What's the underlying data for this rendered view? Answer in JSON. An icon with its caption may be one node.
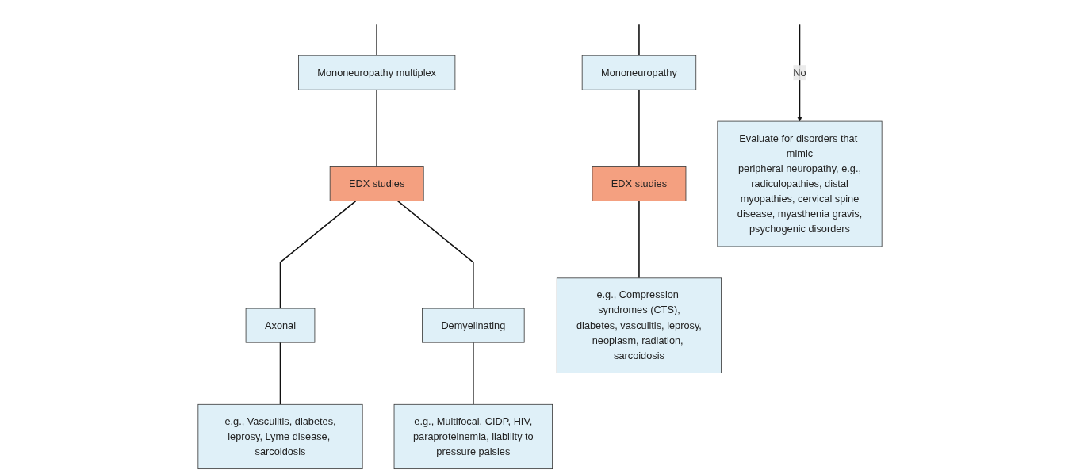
{
  "diagram": {
    "nodes": [
      {
        "text": [
          "Mononeuropathy multiplex"
        ]
      },
      {
        "text": [
          "EDX studies"
        ]
      },
      {
        "text": [
          "Axonal"
        ]
      },
      {
        "text": [
          "Demyelinating"
        ]
      },
      {
        "text": [
          "e.g., Vasculitis, diabetes, leprosy, Lyme disease, sarcoidosis"
        ]
      },
      {
        "text": [
          "e.g., Multifocal, CIDP, HIV, paraproteinemia, liability to pressure palsies"
        ]
      },
      {
        "text": [
          "Mononeuropathy"
        ]
      },
      {
        "text": [
          "EDX studies"
        ]
      },
      {
        "text": [
          "e.g., Compression syndromes (CTS), diabetes, vasculitis, leprosy, neoplasm, radiation, sarcoidosis"
        ]
      },
      {
        "text": [
          "Evaluate for disorders that mimic peripheral neuropathy, e.g., radiculopathies, distal myopathies, cervical spine disease, myasthenia gravis, psychogenic disorders"
        ]
      }
    ],
    "edges": [
      {
        "from": null,
        "to": 0,
        "arrow": "none"
      },
      {
        "from": null,
        "to": 6,
        "arrow": "none"
      },
      {
        "from": 0,
        "to": 1,
        "arrow": "none"
      },
      {
        "from": 1,
        "to": 2,
        "arrow": "none"
      },
      {
        "from": 1,
        "to": 3,
        "arrow": "none"
      },
      {
        "from": 2,
        "to": 4,
        "arrow": "none"
      },
      {
        "from": 3,
        "to": 5,
        "arrow": "none"
      },
      {
        "from": 6,
        "to": 7,
        "arrow": "none"
      },
      {
        "from": 7,
        "to": 8,
        "arrow": "none"
      },
      {
        "from": null,
        "to": 9,
        "label": "No",
        "arrow": "to"
      }
    ]
  }
}
